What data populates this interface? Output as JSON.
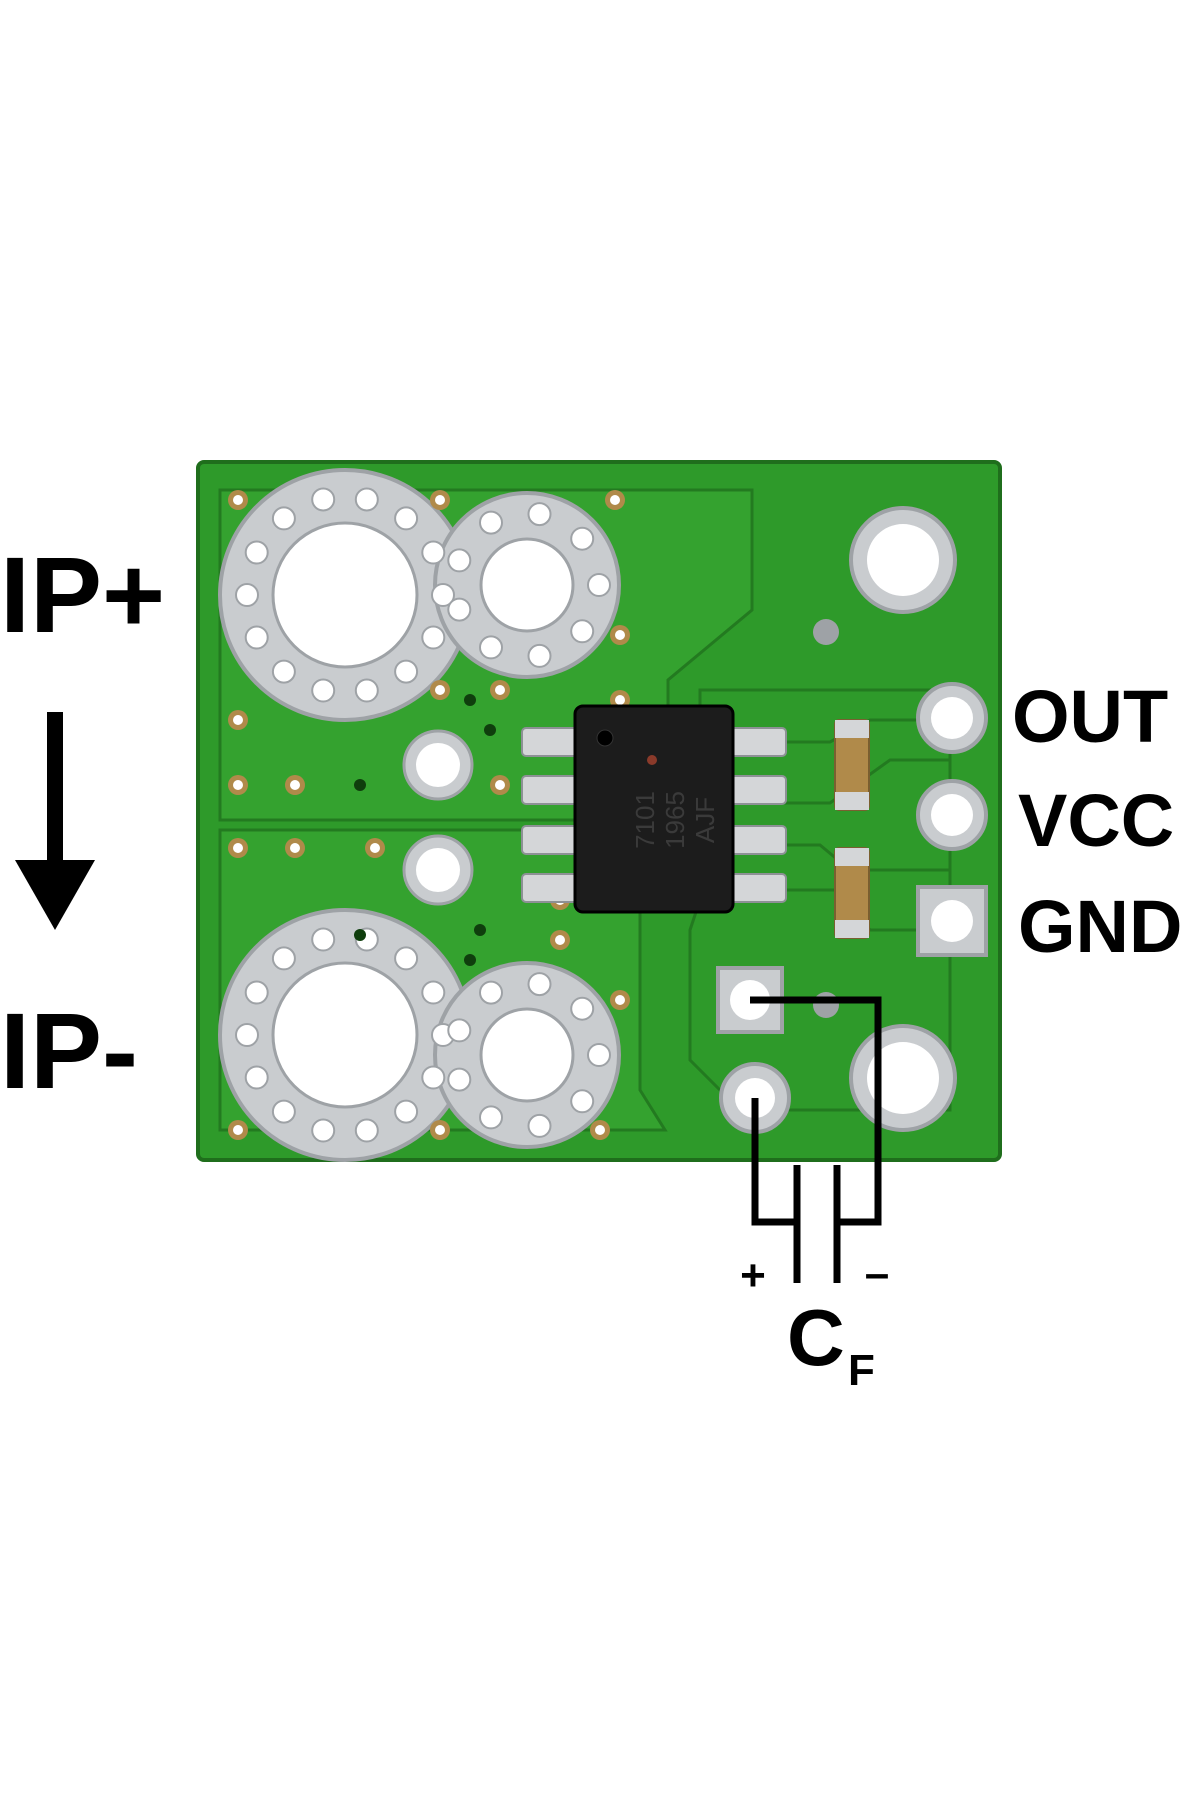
{
  "labels": {
    "ip_plus": "IP+",
    "ip_minus": "IP-",
    "out": "OUT",
    "vcc": "VCC",
    "gnd": "GND",
    "cap_plus": "+",
    "cap_minus": "–",
    "cap_name": "C",
    "cap_subscript": "F"
  },
  "chip_marking": {
    "line1": "7101",
    "line2": "1965",
    "line3": "AJF"
  },
  "colors": {
    "pcb": "#2e9a2a",
    "pcb_dark": "#237a20",
    "pcb_edge": "#1f6e1c",
    "silver": "#c9cccf",
    "silver_shade": "#9ea2a6",
    "copper": "#b08a4a",
    "chip": "#1c1c1c",
    "pin": "#d4d6d8",
    "label": "#000000"
  }
}
